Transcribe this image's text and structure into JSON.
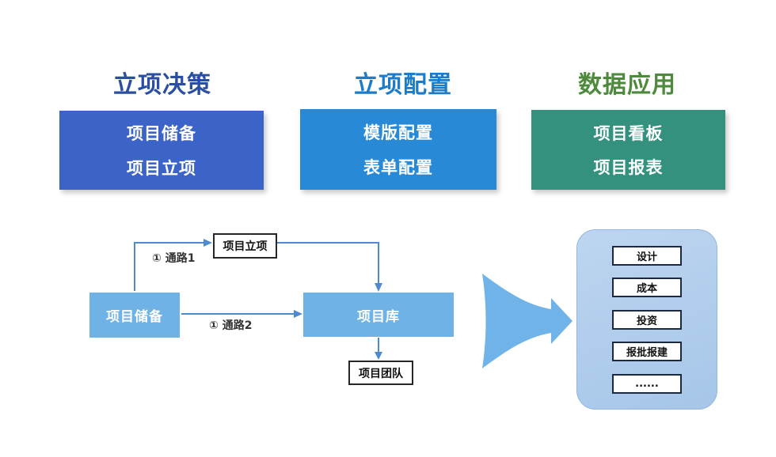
{
  "title_row": {
    "columns": [
      {
        "header": "立项决策",
        "header_color": "#2B4FA0",
        "box_color": "#3C63C7",
        "lines": [
          "项目储备",
          "项目立项"
        ]
      },
      {
        "header": "立项配置",
        "header_color": "#1C7CC9",
        "box_color": "#2889D6",
        "lines": [
          "模版配置",
          "表单配置"
        ]
      },
      {
        "header": "数据应用",
        "header_color": "#4E8A3C",
        "box_color": "#33917E",
        "lines": [
          "项目看板",
          "项目报表"
        ]
      }
    ]
  },
  "flowchart": {
    "nodes": {
      "reserve": "项目储备",
      "initiation": "项目立项",
      "library": "项目库",
      "team": "项目团队"
    },
    "edge_labels": {
      "path1": "① 通路1",
      "path2": "① 通路2"
    },
    "line_color": "#4E8AD0",
    "node_fill": "#6EB2E6"
  },
  "funnel_arrow": {
    "color": "#6FB3E9"
  },
  "output_panel": {
    "fill": "#ACC9E9",
    "items": [
      "设计",
      "成本",
      "投资",
      "报批报建",
      "......"
    ]
  }
}
